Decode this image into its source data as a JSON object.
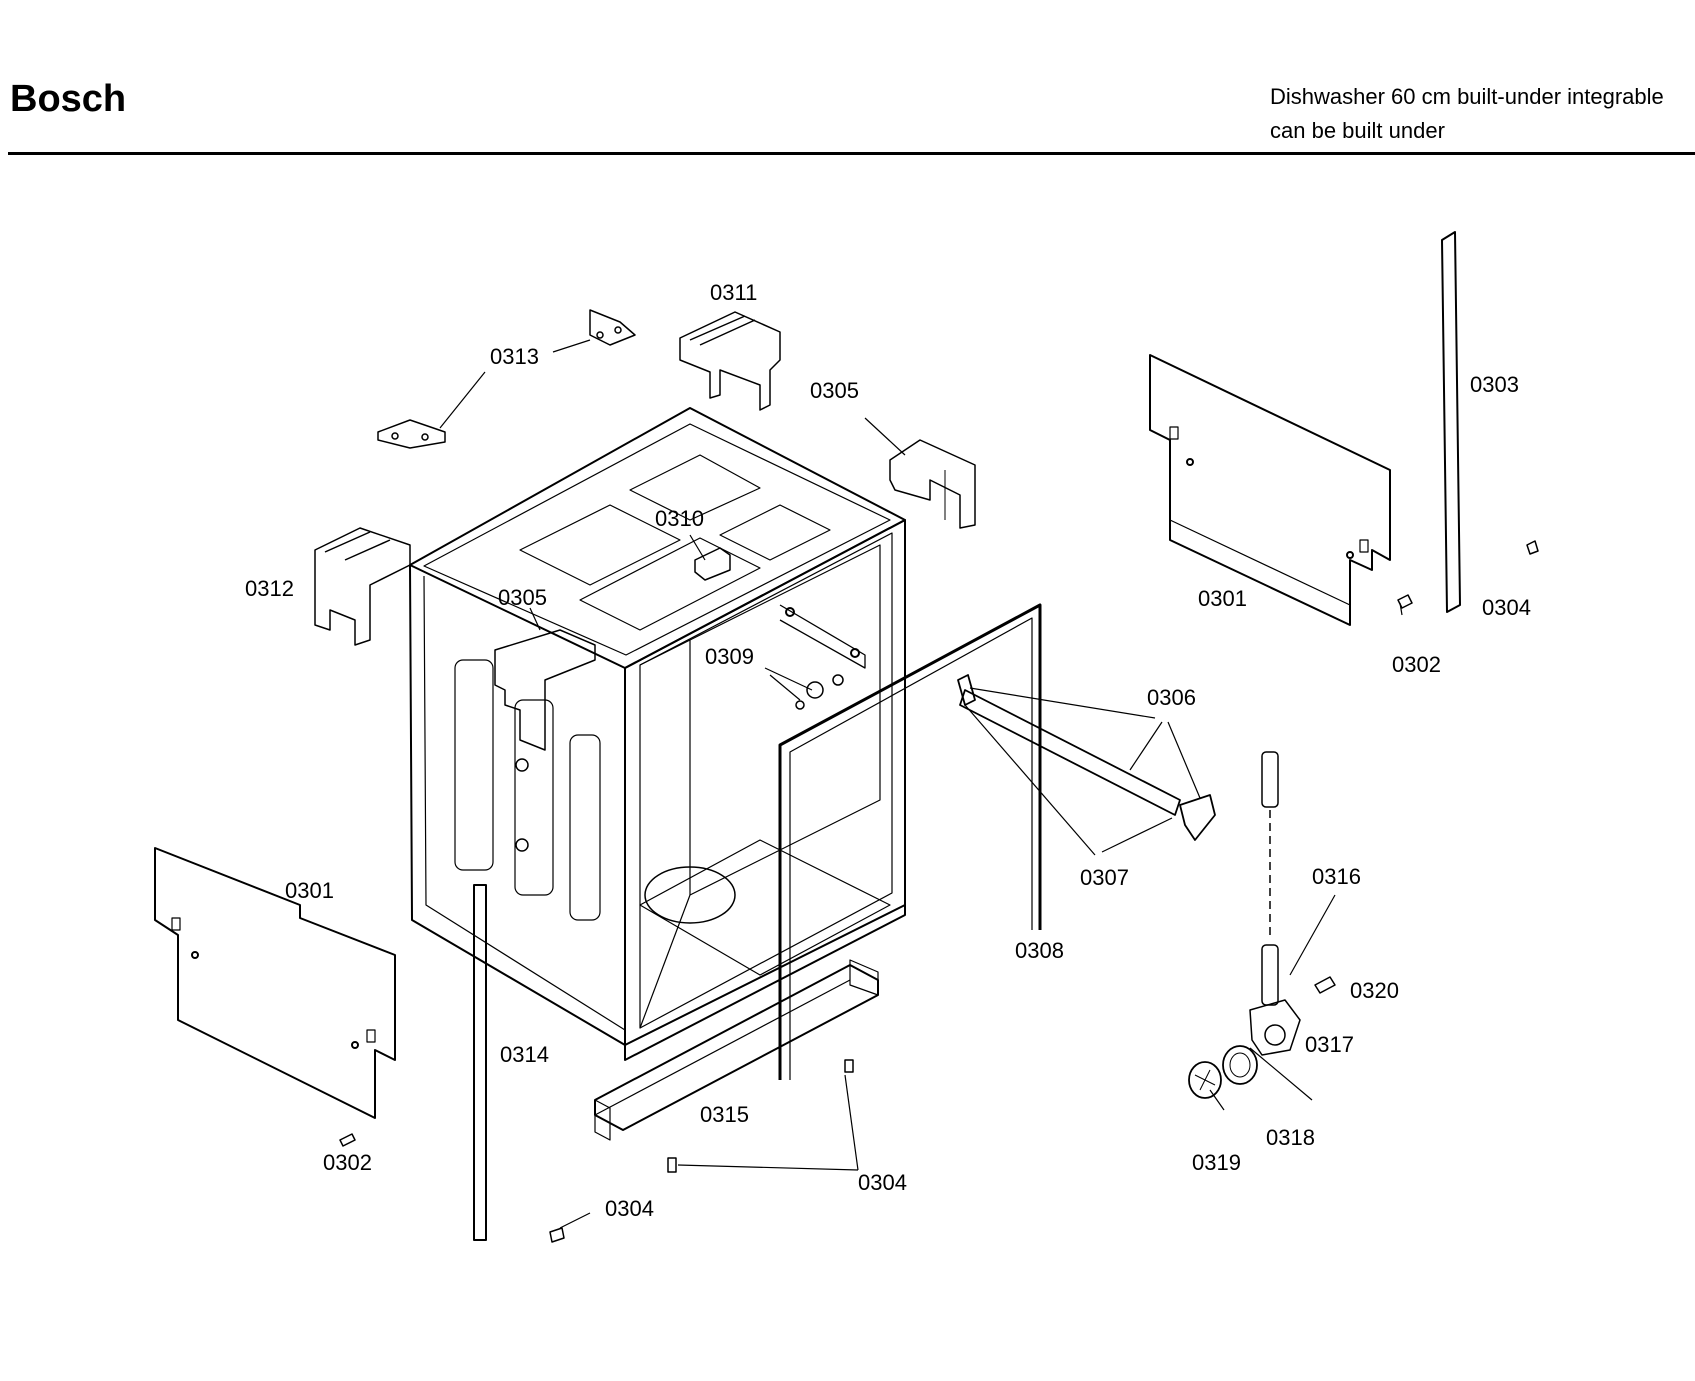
{
  "header": {
    "brand": "Bosch",
    "title_line1": "Dishwasher 60 cm built-under integrable",
    "title_line2": "can be built under"
  },
  "labels": {
    "p0301a": "0301",
    "p0301b": "0301",
    "p0302a": "0302",
    "p0302b": "0302",
    "p0303": "0303",
    "p0304a": "0304",
    "p0304b": "0304",
    "p0304c": "0304",
    "p0305a": "0305",
    "p0305b": "0305",
    "p0306": "0306",
    "p0307": "0307",
    "p0308": "0308",
    "p0309": "0309",
    "p0310": "0310",
    "p0311": "0311",
    "p0312": "0312",
    "p0313": "0313",
    "p0314": "0314",
    "p0315": "0315",
    "p0316": "0316",
    "p0317": "0317",
    "p0318": "0318",
    "p0319": "0319",
    "p0320": "0320"
  }
}
